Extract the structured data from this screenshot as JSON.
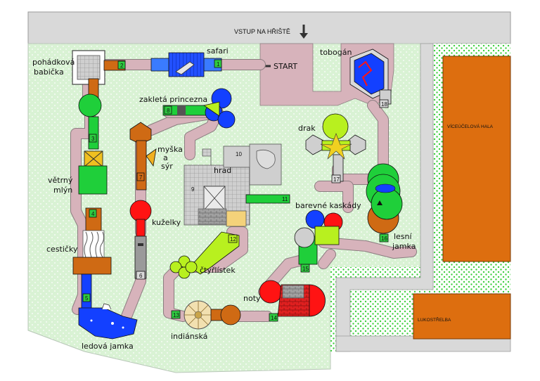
{
  "entrance_label": "VSTUP NA HŘIŠTĚ",
  "start_label": "START",
  "buildings": {
    "hall": "VÍCEÚČELOVÁ HALA",
    "archery": "LUKOSTŘELBA"
  },
  "stations": [
    {
      "number": "1",
      "name": "safari"
    },
    {
      "number": "2",
      "name": "pohádková babička"
    },
    {
      "number": "3",
      "name": "větrný mlýn"
    },
    {
      "number": "4",
      "name": "cestičky"
    },
    {
      "number": "5",
      "name": "ledová jamka"
    },
    {
      "number": "6",
      "name": "kuželky"
    },
    {
      "number": "7",
      "name": "myška a sýr"
    },
    {
      "number": "8",
      "name": "zakletá princezna"
    },
    {
      "number": "12",
      "name": "čtyřlístek"
    },
    {
      "number": "13",
      "name": "indiánská"
    },
    {
      "number": "14",
      "name": "noty"
    },
    {
      "number": "15",
      "name": "barevné kaskády"
    },
    {
      "number": "16",
      "name": "lesní jamka"
    },
    {
      "number": "17",
      "name": "drak"
    },
    {
      "number": "18",
      "name": "tobogán"
    }
  ],
  "castle": {
    "name": "hrad",
    "inner_numbers": [
      "9",
      "10",
      "11"
    ]
  },
  "text": {
    "pohadkova": "pohádková",
    "babicka": "babička",
    "safari": "safari",
    "zakleta": "zakletá princezna",
    "myska": "myška",
    "a": "a",
    "syr": "sýr",
    "vetrny": "větrný",
    "mlyn": "mlýn",
    "kuzelky": "kuželky",
    "cesticky": "cestičky",
    "ctyrlistek": "čtyřlístek",
    "noty": "noty",
    "indianska": "indiánská",
    "ledova": "ledová jamka",
    "tobogan": "tobogán",
    "drak": "drak",
    "barevne": "barevné kaskády",
    "lesni": "lesní",
    "jamka": "jamka"
  },
  "colors": {
    "lawn": "#d9f2d4",
    "path": "#d7b3bb",
    "road": "#d9d9d9",
    "building": "#dd6e0f",
    "hole_green": "#1fcf3a",
    "hole_blue": "#1340ff",
    "hole_red": "#ff1313",
    "hole_orange": "#cf6a14",
    "hole_lime": "#b8f01f"
  }
}
